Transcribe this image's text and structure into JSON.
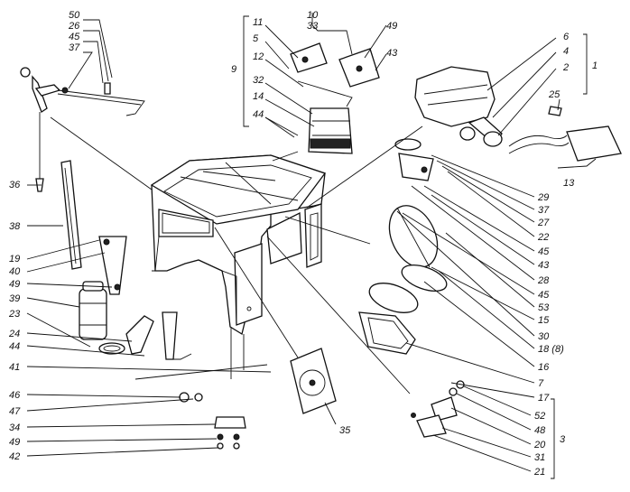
{
  "labels": [
    "50",
    "26",
    "45",
    "37",
    "11",
    "5",
    "12",
    "32",
    "14",
    "44",
    "9",
    "10",
    "33",
    "49",
    "43",
    "6",
    "4",
    "2",
    "25",
    "1",
    "13",
    "36",
    "38",
    "19",
    "40",
    "49",
    "39",
    "23",
    "24",
    "44",
    "41",
    "46",
    "47",
    "34",
    "49",
    "42",
    "35",
    "29",
    "37",
    "27",
    "22",
    "45",
    "43",
    "28",
    "45",
    "53",
    "15",
    "30",
    "18 (8)",
    "16",
    "7",
    "17",
    "52",
    "48",
    "20",
    "3",
    "31",
    "21"
  ],
  "colors": {
    "ink": "#111111",
    "paper": "#ffffff"
  }
}
